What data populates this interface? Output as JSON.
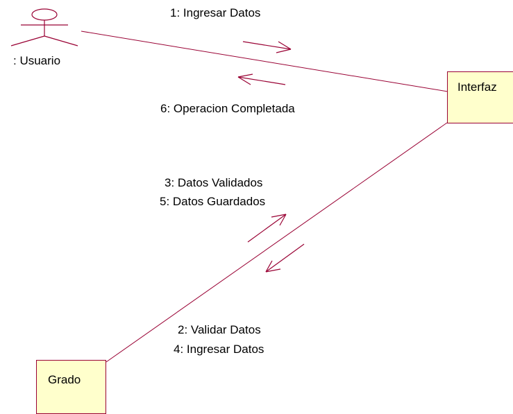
{
  "diagram": {
    "colors": {
      "line": "#990033",
      "object_fill": "#ffffcc",
      "text": "#000000",
      "background": "#ffffff"
    },
    "actor": {
      "label": ": Usuario",
      "icon": "actor-stick-figure-icon"
    },
    "objects": {
      "interfaz": "Interfaz",
      "grado": "Grado"
    },
    "messages": {
      "m1": "1: Ingresar Datos",
      "m6": "6: Operacion Completada",
      "m3": "3: Datos Validados",
      "m5": "5: Datos Guardados",
      "m2": "2: Validar Datos",
      "m4": "4: Ingresar Datos"
    }
  }
}
